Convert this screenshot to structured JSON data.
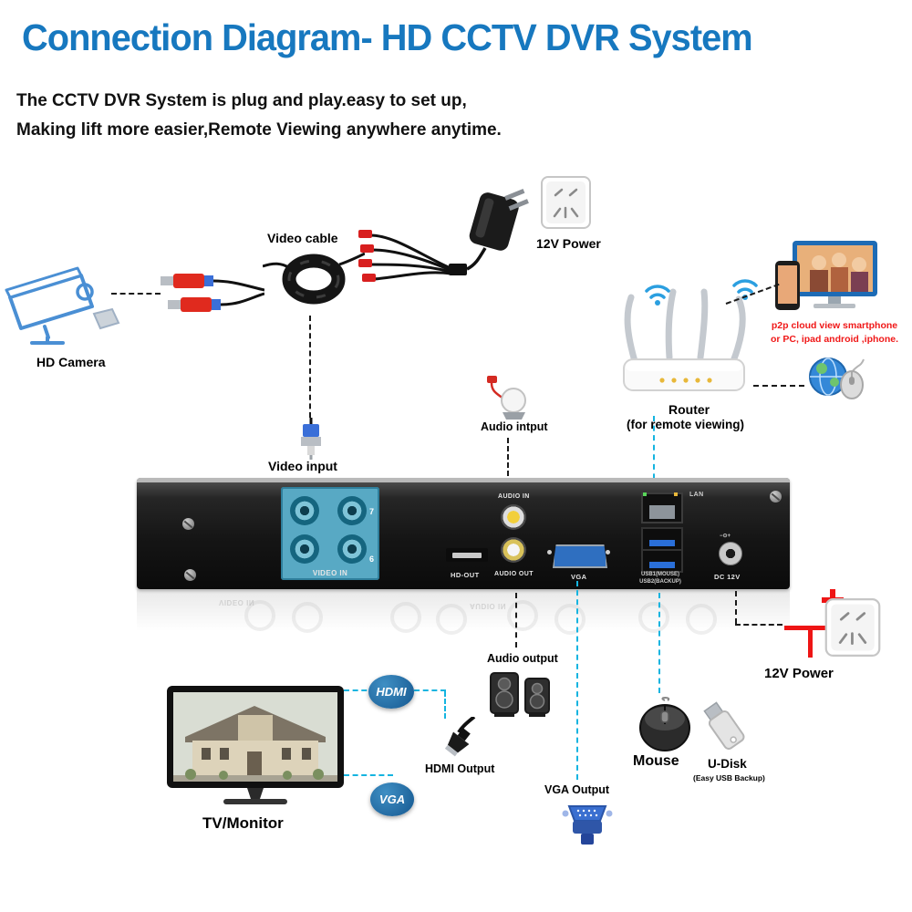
{
  "title": "Connection Diagram- HD CCTV DVR System",
  "subtitle": {
    "line1": "The CCTV DVR System is plug and play.easy to set up,",
    "line2": "Making lift more easier,Remote Viewing anywhere anytime."
  },
  "labels": {
    "hd_camera": "HD Camera",
    "video_cable": "Video cable",
    "power_top": "12V Power",
    "audio_input": "Audio intput",
    "video_input": "Video input",
    "router_title": "Router",
    "router_sub": "(for remote viewing)",
    "p2p_line1": "p2p cloud  view smartphone",
    "p2p_line2": "or PC, ipad android ,iphone.",
    "power_bottom": "12V Power",
    "audio_output": "Audio output",
    "hdmi_badge": "HDMI",
    "vga_badge": "VGA",
    "hdmi_output": "HDMI Output",
    "vga_output": "VGA Output",
    "tv_monitor": "TV/Monitor",
    "mouse": "Mouse",
    "u_disk": "U-Disk",
    "u_disk_sub": "(Easy USB Backup)"
  },
  "dvr": {
    "video_in": "VIDEO IN",
    "hd_out": "HD-OUT",
    "audio_in": "AUDIO IN",
    "audio_out": "AUDIO OUT",
    "vga": "VGA",
    "lan": "LAN",
    "dc": "DC 12V",
    "usb1": "USB1(MOUSE)",
    "usb2": "USB2(BACKUP)",
    "ch_top": "7",
    "ch_bottom": "6",
    "dc_polarity": "−⊙+"
  },
  "colors": {
    "title_blue": "#1778bf",
    "accent_red": "#ee1515",
    "dash_cyan": "#14b4e0",
    "badge_blue": "#1d6dae"
  }
}
